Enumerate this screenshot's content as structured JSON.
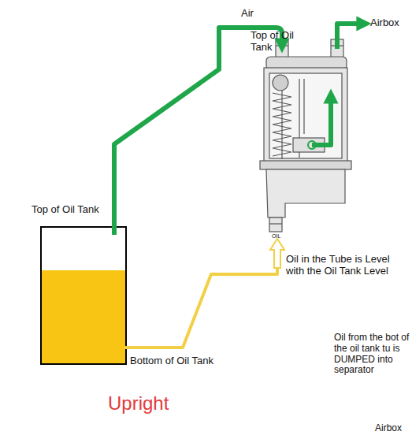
{
  "diagram": {
    "labels": [
      "Air",
      "Top of Oil Tank",
      "Airbox",
      "OIL",
      "Oil in the Tube is Level with the Oil Tank Level",
      "Top of Oil Tank",
      "Bottom of Oil Tank",
      "Upright",
      "Oil from the bot of the oil tank tu is DUMPED into separator",
      "Airbox"
    ]
  }
}
